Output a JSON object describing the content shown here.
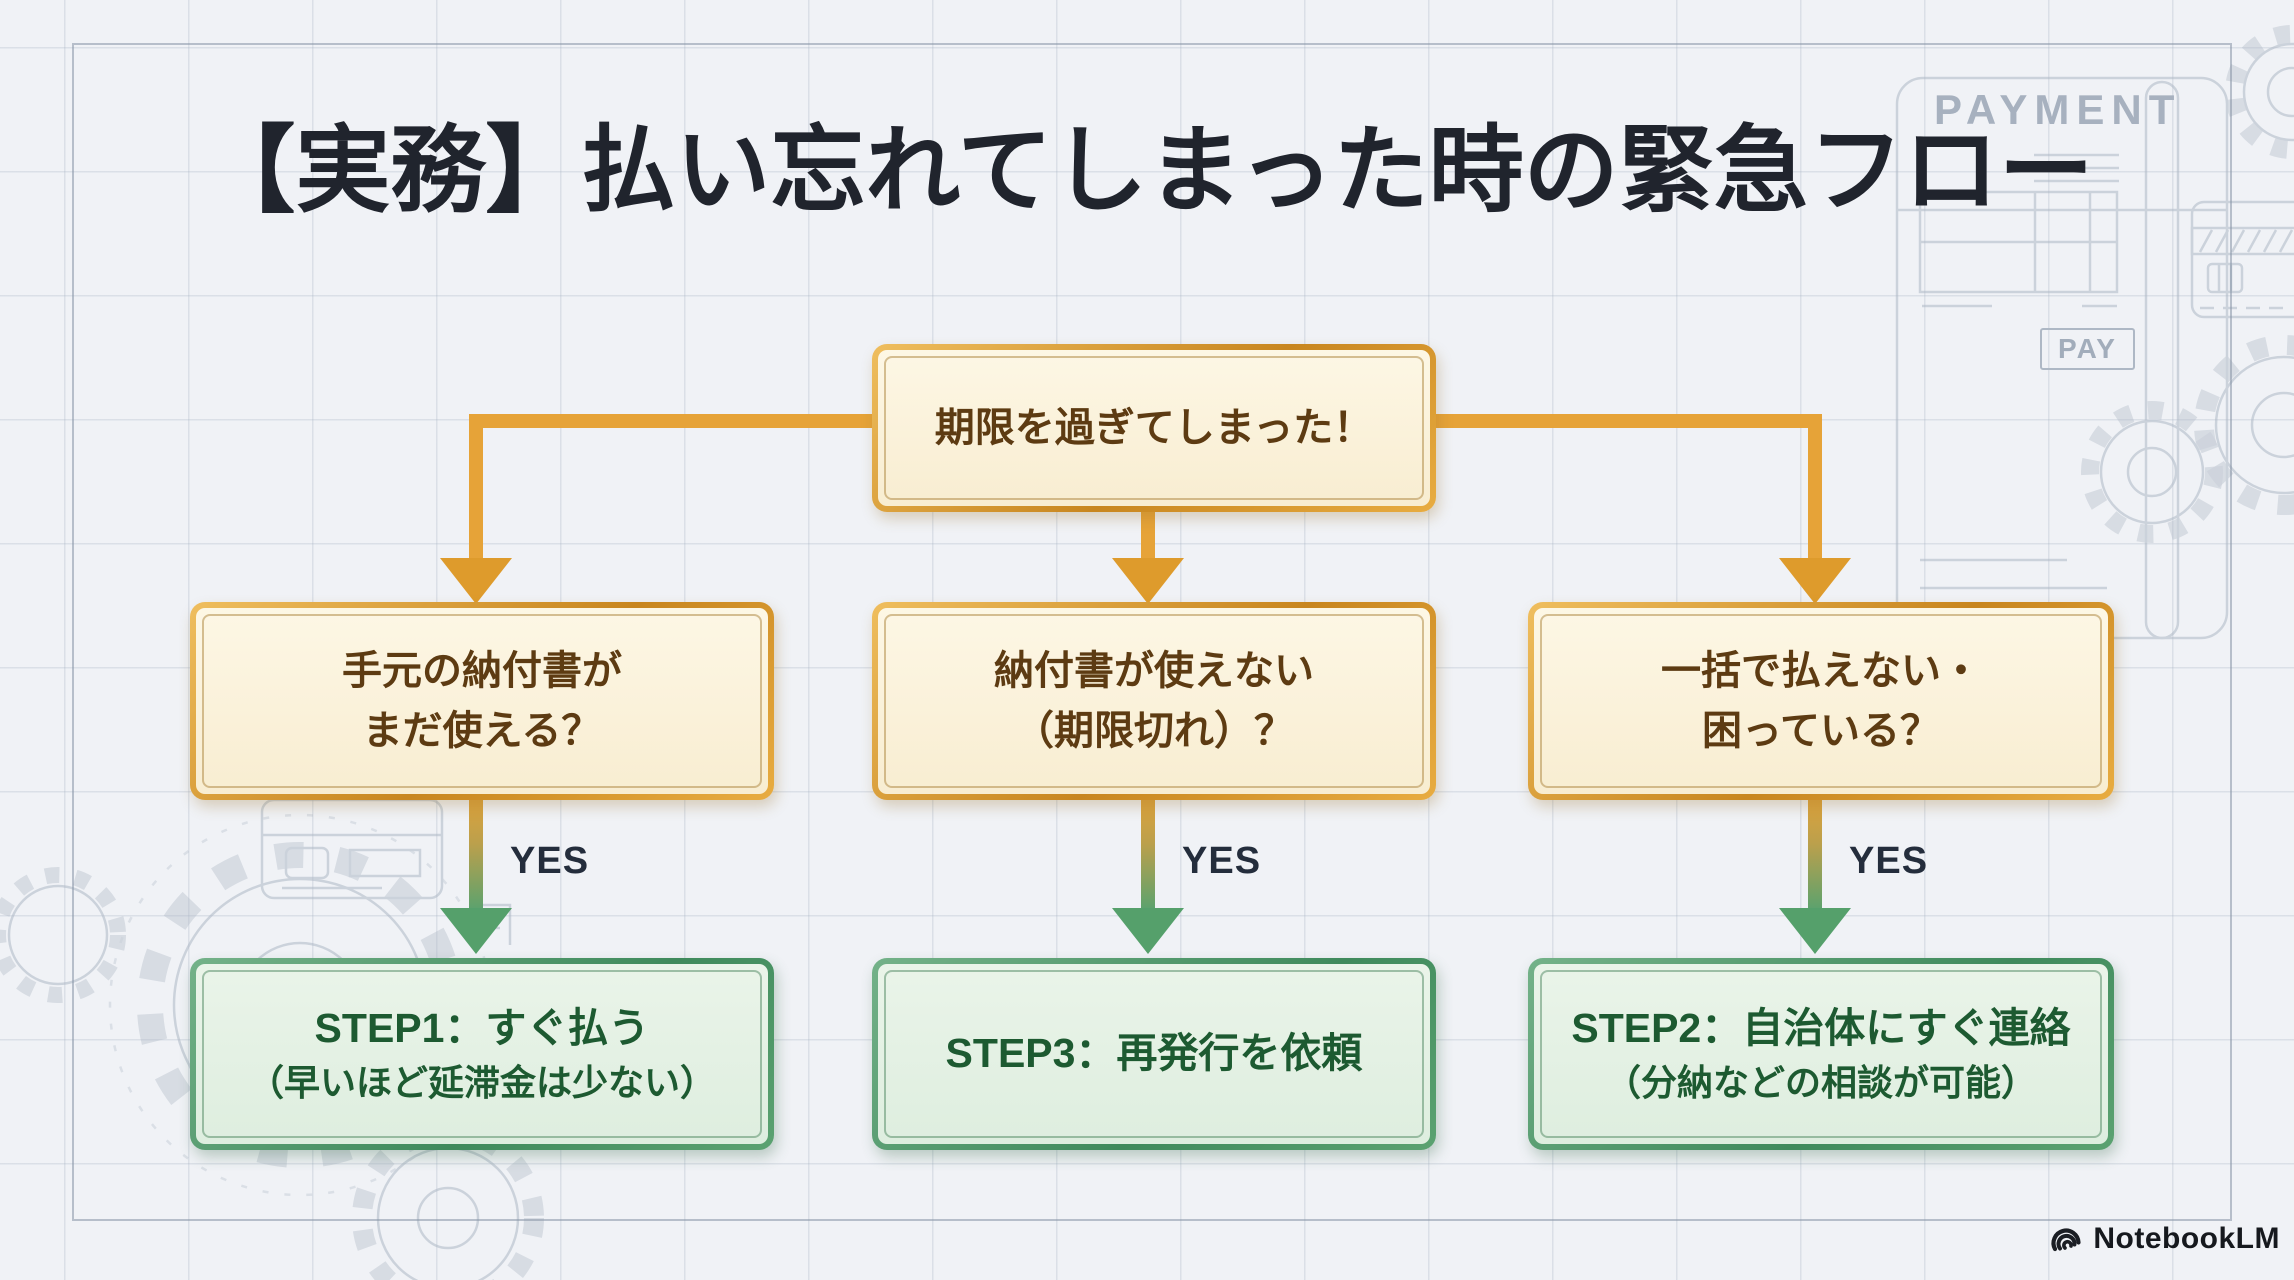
{
  "title": "【実務】払い忘れてしまった時の緊急フロー",
  "flow": {
    "start": {
      "label": "期限を過ぎてしまった！"
    },
    "branches": [
      {
        "question_line1": "手元の納付書が",
        "question_line2": "まだ使える？",
        "answer_label": "YES",
        "result_line1": "STEP1：すぐ払う",
        "result_line2": "（早いほど延滞金は少ない）"
      },
      {
        "question_line1": "納付書が使えない",
        "question_line2": "（期限切れ）？",
        "answer_label": "YES",
        "result_line1": "STEP3：再発行を依頼",
        "result_line2": ""
      },
      {
        "question_line1": "一括で払えない・",
        "question_line2": "困っている？",
        "answer_label": "YES",
        "result_line1": "STEP2：自治体にすぐ連絡",
        "result_line2": "（分納などの相談が可能）"
      }
    ]
  },
  "background_sketch": {
    "payment_label": "PAYMENT",
    "pay_label": "PAY"
  },
  "footer": {
    "brand": "NotebookLM"
  },
  "colors": {
    "accent_orange": "#E6A338",
    "accent_green": "#55A06B",
    "question_fill": "#FBF3DC",
    "result_fill": "#E4F0E4",
    "question_text": "#5D3B12",
    "result_text": "#1D5A31",
    "title_text": "#20242D",
    "background": "#F0F2F6"
  }
}
